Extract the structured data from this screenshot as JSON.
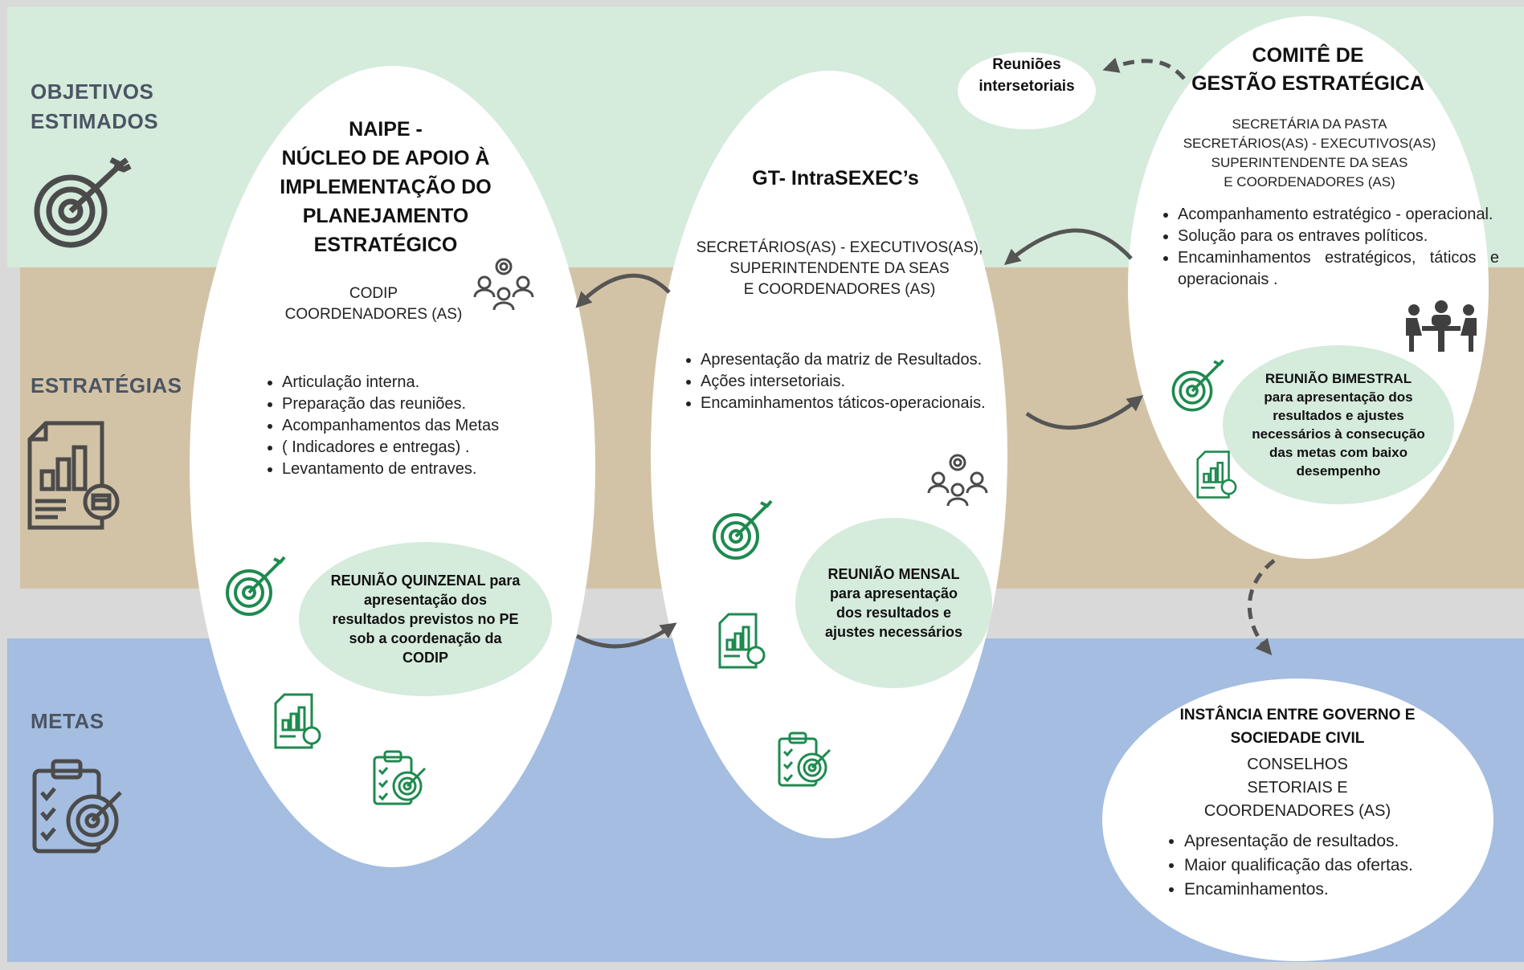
{
  "rows": {
    "objetivos": [
      "OBJETIVOS",
      "ESTIMADOS"
    ],
    "estrategias": "ESTRATÉGIAS",
    "metas": "METAS"
  },
  "naipe": {
    "title": [
      "NAIPE -",
      "NÚCLEO DE APOIO À",
      "IMPLEMENTAÇÃO DO",
      "PLANEJAMENTO",
      "ESTRATÉGICO"
    ],
    "members": [
      "CODIP",
      "COORDENADORES (AS)"
    ],
    "bullets": [
      "Articulação interna.",
      "Preparação das reuniões.",
      "Acompanhamentos das Metas",
      " ( Indicadores e entregas) .",
      "Levantamento de entraves."
    ],
    "meeting": [
      "REUNIÃO  QUINZENAL para",
      "apresentação dos",
      "resultados previstos no PE",
      "sob a coordenação da",
      "CODIP"
    ]
  },
  "gt": {
    "title": "GT- IntraSEXEC’s",
    "members": [
      "SECRETÁRIOS(AS) - EXECUTIVOS(AS),",
      "SUPERINTENDENTE DA SEAS",
      "E COORDENADORES (AS)"
    ],
    "bullets": [
      "Apresentação da matriz de Resultados.",
      "Ações intersetoriais.",
      "Encaminhamentos táticos-operacionais."
    ],
    "meeting": [
      "REUNIÃO MENSAL",
      "para apresentação",
      "dos resultados e",
      "ajustes necessários"
    ]
  },
  "comite": {
    "title": [
      "COMITÊ DE",
      "GESTÃO ESTRATÉGICA"
    ],
    "members": [
      "SECRETÁRIA DA PASTA",
      "SECRETÁRIOS(AS) - EXECUTIVOS(AS)",
      "SUPERINTENDENTE DA SEAS",
      "E COORDENADORES (AS)"
    ],
    "bullets": [
      "Acompanhamento estratégico - operacional.",
      "Solução para os entraves políticos.",
      "Encaminhamentos estratégicos, táticos e operacionais ."
    ],
    "meeting": [
      "REUNIÃO BIMESTRAL",
      "para apresentação dos",
      "resultados e ajustes",
      "necessários à consecução",
      "das metas com baixo",
      "desempenho"
    ]
  },
  "reunioes": [
    "Reuniões",
    "intersetoriais"
  ],
  "instancia": {
    "title": [
      "INSTÂNCIA ENTRE GOVERNO E",
      "SOCIEDADE CIVIL"
    ],
    "members": [
      "CONSELHOS",
      "SETORIAIS E",
      "COORDENADORES (AS)"
    ],
    "bullets": [
      "Apresentação de resultados.",
      "Maior qualificação das ofertas.",
      "Encaminhamentos."
    ]
  },
  "icons": {
    "target": "target-arrow-icon",
    "report": "report-chart-icon",
    "checklist": "checklist-target-icon",
    "team": "team-gear-icon",
    "meeting": "meeting-table-icon"
  },
  "colors": {
    "green_band": "#d5ebdc",
    "tan_band": "#d3c3a6",
    "blue_band": "#a4bde0",
    "icon_green": "#1e8a4f",
    "icon_gray": "#4b4b4b"
  }
}
